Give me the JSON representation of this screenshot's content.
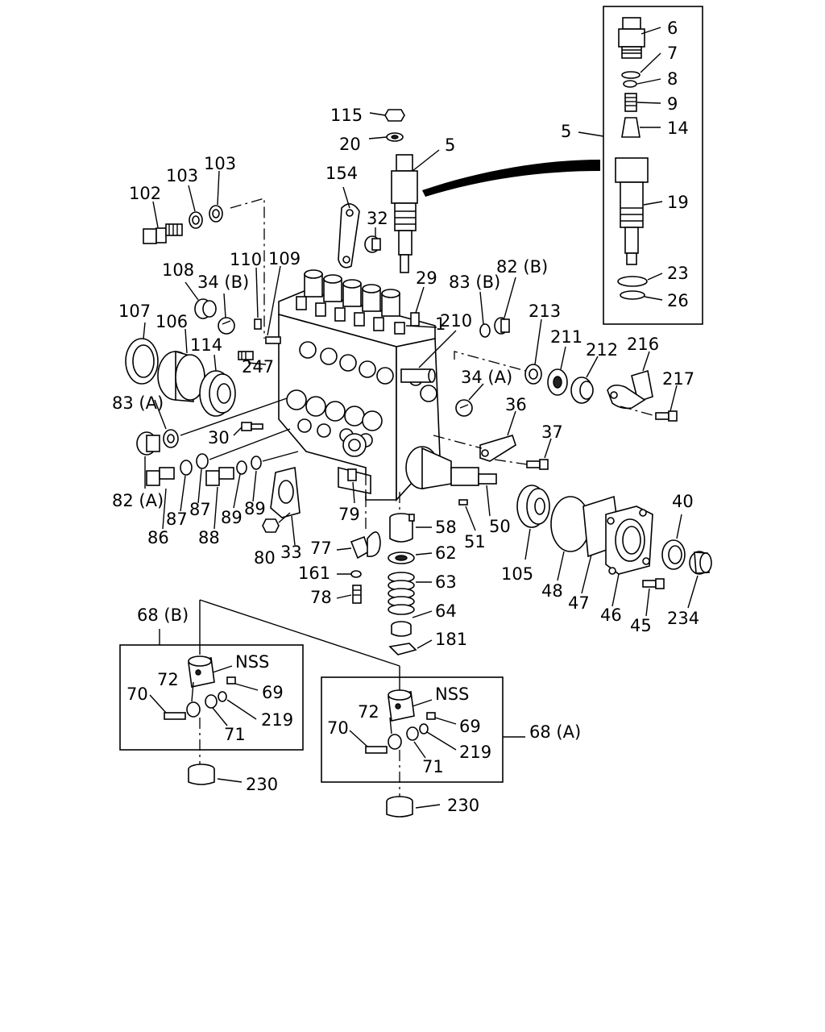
{
  "callouts": {
    "c6": "6",
    "c7": "7",
    "c8": "8",
    "c9": "9",
    "c14": "14",
    "c5_inset": "5",
    "c19": "19",
    "c23": "23",
    "c26": "26",
    "c115": "115",
    "c20": "20",
    "c5": "5",
    "c154": "154",
    "c32": "32",
    "c102": "102",
    "c103a": "103",
    "c103b": "103",
    "c110": "110",
    "c109": "109",
    "c108": "108",
    "c34b": "34 (B)",
    "c29": "29",
    "c1": "1",
    "c83b": "83 (B)",
    "c82b": "82 (B)",
    "c210": "210",
    "c107": "107",
    "c106": "106",
    "c114": "114",
    "c247": "247",
    "c213": "213",
    "c211": "211",
    "c212": "212",
    "c216": "216",
    "c217": "217",
    "c34a": "34 (A)",
    "c36": "36",
    "c37": "37",
    "c83a": "83 (A)",
    "c30": "30",
    "c82a": "82 (A)",
    "c87a": "87",
    "c87b": "87",
    "c86": "86",
    "c88": "88",
    "c89a": "89",
    "c89b": "89",
    "c79": "79",
    "c80": "80",
    "c33": "33",
    "c77": "77",
    "c161": "161",
    "c78": "78",
    "c58": "58",
    "c62": "62",
    "c63": "63",
    "c64": "64",
    "c181": "181",
    "c51": "51",
    "c50": "50",
    "c105": "105",
    "c48": "48",
    "c47": "47",
    "c46": "46",
    "c45": "45",
    "c40": "40",
    "c234": "234",
    "c68b": "68 (B)",
    "nss_b": "NSS",
    "c72b": "72",
    "c69b": "69",
    "c70b": "70",
    "c71b": "71",
    "c219b": "219",
    "c230b": "230",
    "nss_a": "NSS",
    "c72a": "72",
    "c69a": "69",
    "c70a": "70",
    "c71a": "71",
    "c219a": "219",
    "c68a": "68 (A)",
    "c230a": "230"
  }
}
